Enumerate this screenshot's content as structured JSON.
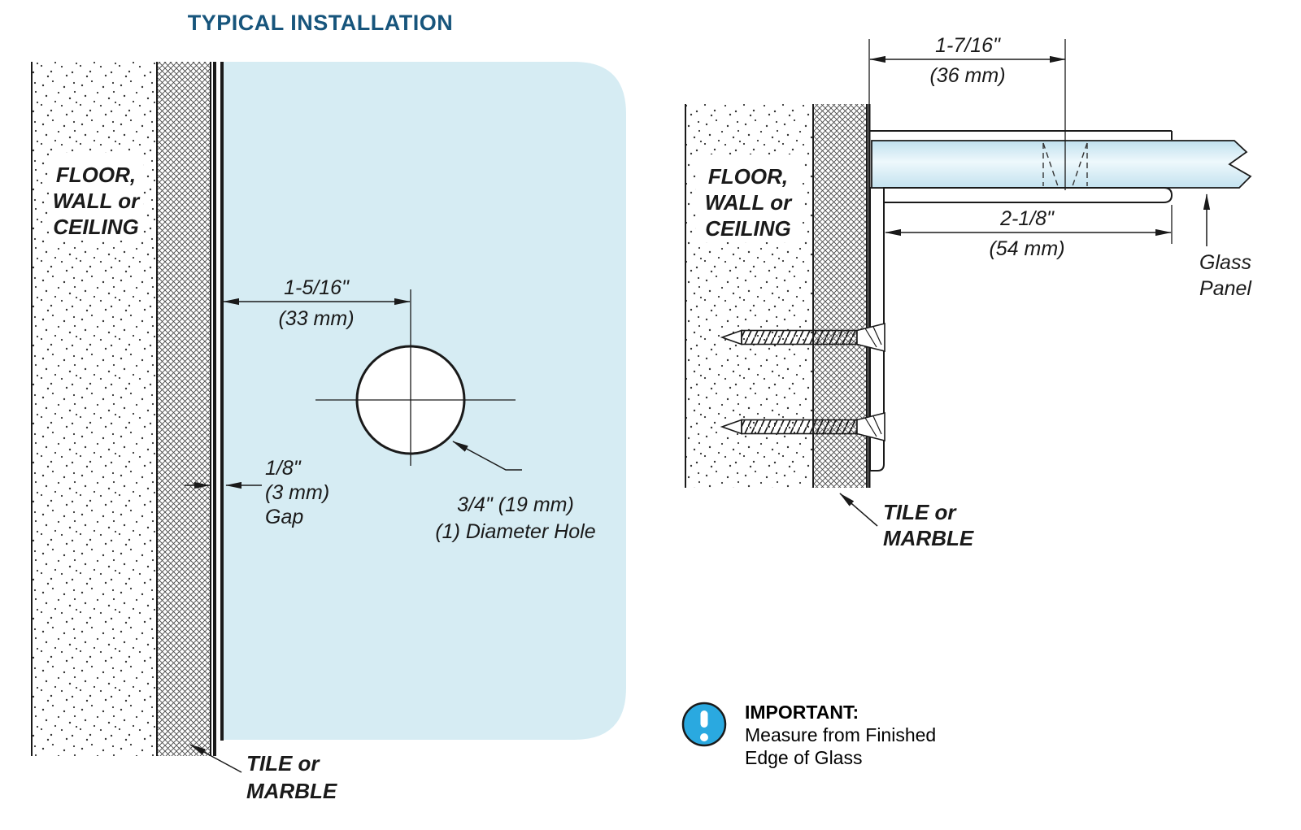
{
  "title": "TYPICAL INSTALLATION",
  "colors": {
    "title_blue": "#17557c",
    "glass_blue": "#d6ecf3",
    "info_blue": "#2aa9e0",
    "line": "#1a1a1a"
  },
  "left_view": {
    "wall_label": [
      "FLOOR,",
      "WALL or",
      "CEILING"
    ],
    "offset_dim": [
      "1-5/16\"",
      "(33 mm)"
    ],
    "gap_dim": [
      "1/8\"",
      "(3 mm)",
      "Gap"
    ],
    "hole_note": [
      "3/4\" (19 mm)",
      "(1) Diameter Hole"
    ],
    "tile_label": [
      "TILE or",
      "MARBLE"
    ]
  },
  "right_view": {
    "wall_label": [
      "FLOOR,",
      "WALL or",
      "CEILING"
    ],
    "edge_dim": [
      "1-7/16\"",
      "(36 mm)"
    ],
    "depth_dim": [
      "2-1/8\"",
      "(54 mm)"
    ],
    "glass_label": [
      "Glass",
      "Panel"
    ],
    "tile_label": [
      "TILE or",
      "MARBLE"
    ]
  },
  "note": {
    "heading": "IMPORTANT:",
    "line1": "Measure from Finished",
    "line2": "Edge of Glass"
  }
}
